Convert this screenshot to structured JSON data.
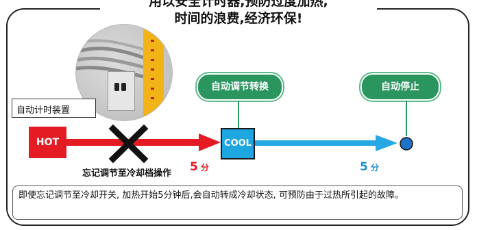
{
  "title": {
    "line1": "用以安全计时器,预防过度加热,",
    "line2": "时间的浪费,经济环保!"
  },
  "photo": {
    "callout_label": "自动计时装置"
  },
  "flow": {
    "hot_label": "HOT",
    "cool_label": "COOL",
    "auto_adjust_label": "自动调节转换",
    "auto_stop_label": "自动停止",
    "first_interval_value": "5",
    "first_interval_unit": "分",
    "second_interval_value": "5",
    "second_interval_unit": "分",
    "forgot_operation_label": "忘记调节至冷却档操作"
  },
  "description": "即使忘记调节至冷却开关, 加热开始5分钟后,会自动转成冷却状态, 可预防由于过热所引起的故障。",
  "colors": {
    "hot": "#e51b24",
    "cool": "#1ea6e0",
    "pill_green": "#2b9560",
    "arrow_red": "#e51b24",
    "arrow_blue": "#28a8e2",
    "end_dot": "#1e73c8"
  },
  "icons": {
    "cross": "x-mark-icon",
    "end_point": "stop-dot-icon"
  }
}
